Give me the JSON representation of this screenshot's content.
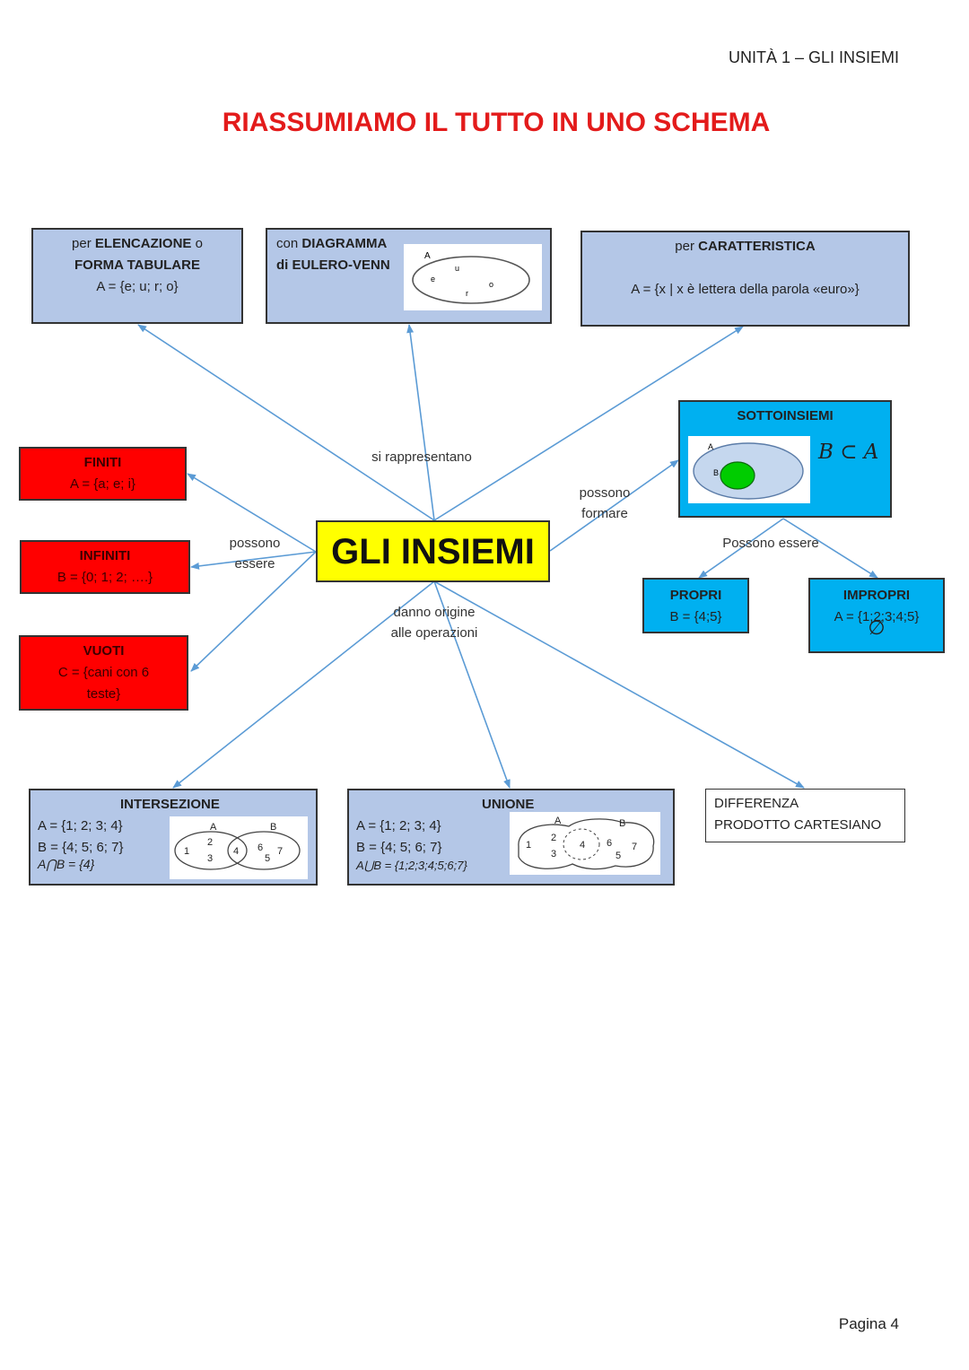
{
  "header": "UNITÀ 1 – GLI INSIEMI",
  "title": "RIASSUMIAMO IL TUTTO IN UNO SCHEMA",
  "footer": "Pagina 4",
  "center": "GLI INSIEMI",
  "labels": {
    "rappresentano": "si rappresentano",
    "possono_essere_l1": "possono",
    "possono_essere_l2": "essere",
    "possono_formare_l1": "possono",
    "possono_formare_l2": "formare",
    "danno_l1": "danno origine",
    "danno_l2": "alle operazioni",
    "possono_essere_sub": "Possono essere"
  },
  "rappresentazioni": {
    "elencazione": {
      "pre": "per ",
      "bold1": "ELENCAZIONE",
      "post": " o",
      "bold2": "FORMA TABULARE",
      "formula": "A = {e; u; r; o}"
    },
    "diagramma": {
      "pre": "con ",
      "bold1": "DIAGRAMMA",
      "bold2": "di EULERO-VENN",
      "set_label": "A",
      "elements": [
        "e",
        "u",
        "r",
        "o"
      ]
    },
    "caratteristica": {
      "pre": "per ",
      "bold1": "CARATTERISTICA",
      "formula": "A = {x | x è lettera della parola «euro»}"
    }
  },
  "tipi": {
    "finiti": {
      "name": "FINITI",
      "formula": "A = {a; e; i}"
    },
    "infiniti": {
      "name": "INFINITI",
      "formula": "B = {0; 1; 2; ….}"
    },
    "vuoti": {
      "name": "VUOTI",
      "formula_l1": "C = {cani con 6",
      "formula_l2": "teste}"
    }
  },
  "sottoinsiemi": {
    "name": "SOTTOINSIEMI",
    "formula": "B ⊂ A",
    "outer_label": "A",
    "inner_label": "B",
    "propri": {
      "name": "PROPRI",
      "formula": "B = {4;5}"
    },
    "impropri": {
      "name": "IMPROPRI",
      "formula": "A = {1;2;3;4;5}",
      "empty": "∅"
    }
  },
  "operazioni": {
    "intersezione": {
      "name": "INTERSEZIONE",
      "a": "A = {1; 2; 3; 4}",
      "b": "B = {4; 5; 6; 7}",
      "result": "A⋂B = {4}"
    },
    "unione": {
      "name": "UNIONE",
      "a": "A = {1; 2; 3; 4}",
      "b": "B = {4; 5; 6; 7}",
      "result": "A⋃B = {1;2;3;4;5;6;7}"
    },
    "altre_l1": "DIFFERENZA",
    "altre_l2": "PRODOTTO CARTESIANO"
  },
  "venn_sketch": {
    "a_label": "A",
    "b_label": "B",
    "a_only": [
      "1",
      "2",
      "3"
    ],
    "common": "4",
    "b_only": [
      "5",
      "6",
      "7"
    ]
  },
  "colors": {
    "title": "#e31b1b",
    "arrow": "#5b9bd5",
    "blue_box": "#b4c7e7",
    "red_box": "#ff0000",
    "cyan_box": "#00b0f0",
    "center": "#ffff00",
    "green": "#00cc00"
  }
}
